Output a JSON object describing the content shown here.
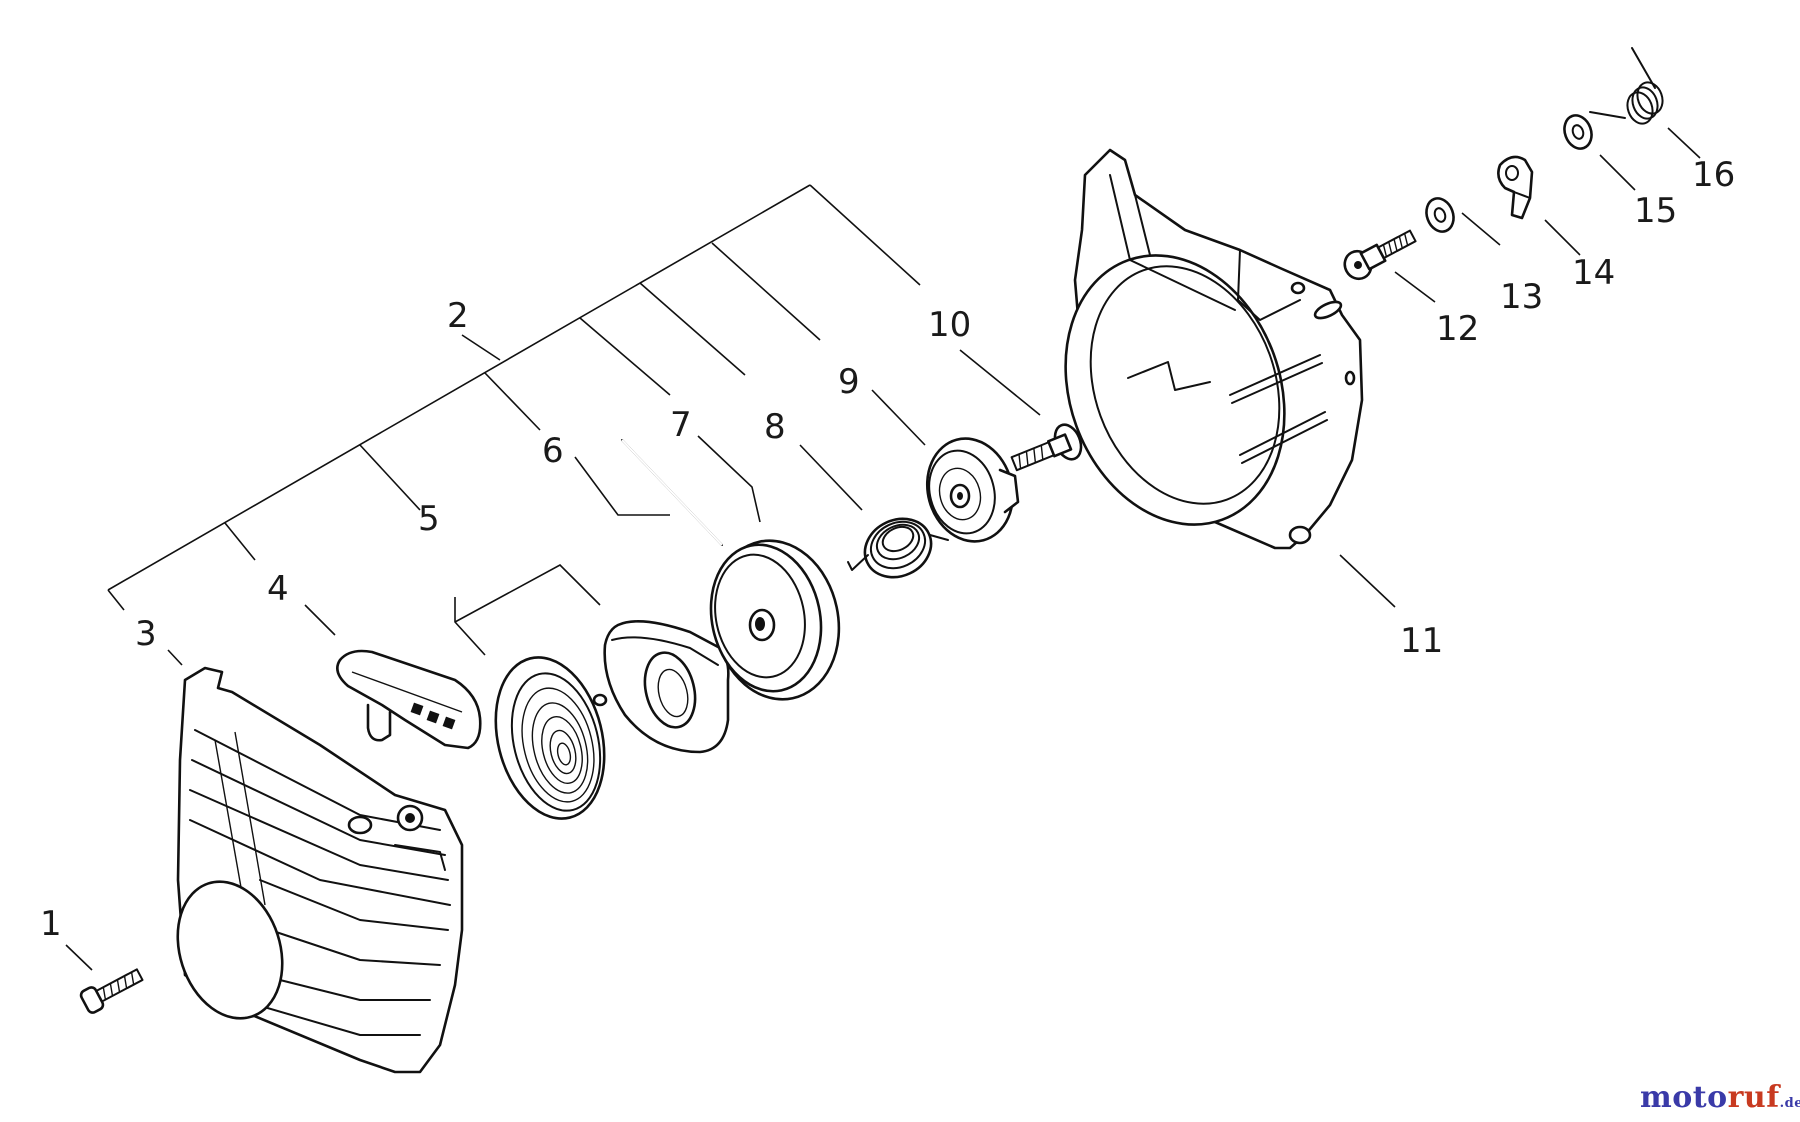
{
  "callouts": [
    {
      "n": "1"
    },
    {
      "n": "2"
    },
    {
      "n": "3"
    },
    {
      "n": "4"
    },
    {
      "n": "5"
    },
    {
      "n": "6"
    },
    {
      "n": "7"
    },
    {
      "n": "8"
    },
    {
      "n": "9"
    },
    {
      "n": "10"
    },
    {
      "n": "11"
    },
    {
      "n": "12"
    },
    {
      "n": "13"
    },
    {
      "n": "14"
    },
    {
      "n": "15"
    },
    {
      "n": "16"
    }
  ],
  "watermark": {
    "part1": "moto",
    "part2": "ruf",
    "part3": ".de"
  }
}
